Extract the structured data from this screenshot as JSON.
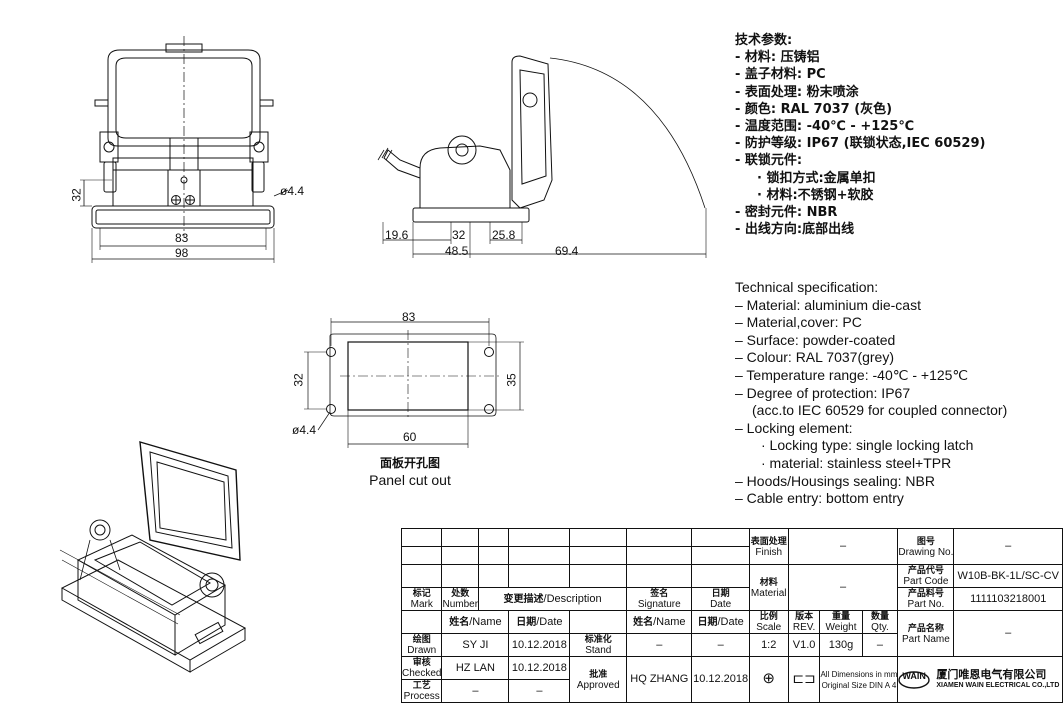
{
  "dimensions": {
    "front_h32": "32",
    "front_hole": "ø4.4",
    "front_w83": "83",
    "front_w98": "98",
    "side_19_6": "19.6",
    "side_32": "32",
    "side_25_8": "25.8",
    "side_48_5": "48.5",
    "side_69_4": "69.4",
    "panel_83": "83",
    "panel_32": "32",
    "panel_35": "35",
    "panel_hole": "ø4.4",
    "panel_60": "60"
  },
  "panel_caption": {
    "cn": "面板开孔图",
    "en": "Panel cut out"
  },
  "spec_cn": [
    "技术参数:",
    "- 材料: 压铸铝",
    "- 盖子材料: PC",
    "- 表面处理: 粉末喷涂",
    "- 颜色: RAL 7037 (灰色)",
    "- 温度范围: -40℃ - +125℃",
    "- 防护等级: IP67 (联锁状态,IEC 60529)",
    "- 联锁元件:",
    "    · 锁扣方式:金属单扣",
    "    · 材料:不锈钢+软胶",
    "- 密封元件: NBR",
    "- 出线方向:底部出线"
  ],
  "spec_en": [
    "Technical specification:",
    "– Material: aluminium die-cast",
    "– Material,cover: PC",
    "– Surface: powder-coated",
    "– Colour: RAL 7037(grey)",
    "– Temperature range: -40℃ - +125℃",
    "– Degree of protection: IP67",
    "  (acc.to IEC 60529 for coupled connector)",
    "– Locking element:",
    "    · Locking type: single locking latch",
    "    · material: stainless steel+TPR",
    "– Hoods/Housings sealing: NBR",
    "– Cable entry: bottom entry"
  ],
  "title_block": {
    "mark_cn": "标记",
    "mark_en": "Mark",
    "number_cn": "处数",
    "number_en": "Number",
    "desc_cn": "变更描述",
    "desc_en": "/Description",
    "sig_cn": "签名",
    "sig_en": "Signature",
    "date_cn": "日期",
    "date_en": "Date",
    "name_cn": "姓名",
    "name_en": "/Name",
    "date2_cn": "日期",
    "date2_en": "/Date",
    "drawn_cn": "绘图",
    "drawn_en": "Drawn",
    "drawn_name": "SY JI",
    "drawn_date": "10.12.2018",
    "checked_cn": "审核",
    "checked_en": "Checked",
    "checked_name": "HZ LAN",
    "checked_date": "10.12.2018",
    "process_cn": "工艺",
    "process_en": "Process",
    "process_name": "–",
    "process_date": "–",
    "stand_cn": "标准化",
    "stand_en": "Stand",
    "stand_name": "–",
    "stand_date": "–",
    "approved_cn": "批准",
    "approved_en": "Approved",
    "approved_name": "HQ ZHANG",
    "approved_date": "10.12.2018",
    "name3_cn": "姓名",
    "name3_en": "/Name",
    "date3_cn": "日期",
    "date3_en": "/Date",
    "finish_cn": "表面处理",
    "finish_en": "Finish",
    "finish_val": "–",
    "material_cn": "材料",
    "material_en": "Material",
    "material_val": "–",
    "scale_cn": "比例",
    "scale_en": "Scale",
    "scale_val": "1:2",
    "rev_cn": "版本",
    "rev_en": "REV.",
    "rev_val": "V1.0",
    "weight_cn": "重量",
    "weight_en": "Weight",
    "weight_val": "130g",
    "qty_cn": "数量",
    "qty_en": "Qty.",
    "qty_val": "–",
    "dims_note1": "All Dimensions in mm",
    "dims_note2": "Original Size DIN A 4",
    "drawing_no_cn": "图号",
    "drawing_no_en": "Drawing No.",
    "drawing_no_val": "–",
    "part_code_cn": "产品代号",
    "part_code_en": "Part Code",
    "part_code_val": "W10B-BK-1L/SC-CV",
    "part_no_cn": "产品料号",
    "part_no_en": "Part No.",
    "part_no_val": "1111103218001",
    "part_name_cn": "产品名称",
    "part_name_en": "Part Name",
    "part_name_val": "–",
    "logo_text": "WAIN",
    "company_cn": "厦门唯恩电气有限公司",
    "company_en": "XIAMEN WAIN ELECTRICAL CO.,LTD"
  }
}
